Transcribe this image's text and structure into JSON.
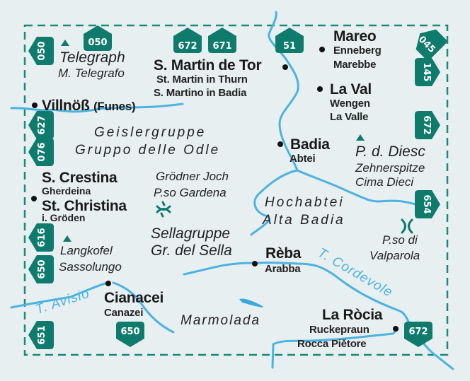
{
  "colors": {
    "background": "#e8eff1",
    "route_badge": "#0f7b6c",
    "river": "#4bb3e0",
    "border_dash": "#1a8a78",
    "text": "#1a1a1a"
  },
  "route_badges": [
    {
      "id": "050-left",
      "number": "050",
      "orientation": "vertical-left"
    },
    {
      "id": "050-top",
      "number": "050",
      "orientation": "up"
    },
    {
      "id": "672-top",
      "number": "672",
      "orientation": "up"
    },
    {
      "id": "671-top",
      "number": "671",
      "orientation": "up"
    },
    {
      "id": "51-top",
      "number": "51",
      "orientation": "up"
    },
    {
      "id": "045-right",
      "number": "045",
      "orientation": "diagonal"
    },
    {
      "id": "145-right",
      "number": "145",
      "orientation": "vertical-right"
    },
    {
      "id": "672-right",
      "number": "672",
      "orientation": "vertical-right"
    },
    {
      "id": "627-left",
      "number": "627",
      "orientation": "vertical-left"
    },
    {
      "id": "076-left",
      "number": "076",
      "orientation": "vertical-left"
    },
    {
      "id": "654-right",
      "number": "654",
      "orientation": "vertical-right"
    },
    {
      "id": "616-left",
      "number": "616",
      "orientation": "vertical-left"
    },
    {
      "id": "650-left",
      "number": "650",
      "orientation": "vertical-left"
    },
    {
      "id": "651-left",
      "number": "651",
      "orientation": "vertical-left"
    },
    {
      "id": "650-bottom",
      "number": "650",
      "orientation": "down"
    },
    {
      "id": "672-bottom",
      "number": "672",
      "orientation": "down"
    }
  ],
  "places": {
    "telegraph": {
      "name": "Telegraph",
      "alt": "M. Telegrafo"
    },
    "san_martin": {
      "name": "S. Martin de Tor",
      "alt1": "St. Martin in Thurn",
      "alt2": "S. Martino in Badia"
    },
    "mareo": {
      "name": "Mareo",
      "alt1": "Enneberg",
      "alt2": "Marebbe"
    },
    "villnoess": {
      "name": "Villnöß",
      "alt": "(Funes)"
    },
    "la_val": {
      "name": "La Val",
      "alt1": "Wengen",
      "alt2": "La Valle"
    },
    "geisler": {
      "name": "Geislergruppe",
      "alt": "Gruppo delle Odle"
    },
    "badia": {
      "name": "Badia",
      "alt": "Abtei"
    },
    "diesc": {
      "name": "P. d. Diesc",
      "alt1": "Zehnerspitze",
      "alt2": "Cima Dieci"
    },
    "crestina": {
      "name": "S. Crestina",
      "alt1": "Gherdeina",
      "alt2": "St. Christina",
      "alt3": "i. Gröden"
    },
    "groedner_joch": {
      "name": "Grödner Joch",
      "alt": "P.so Gardena"
    },
    "hochabtei": {
      "name": "Hochabtei",
      "alt": "Alta Badia"
    },
    "sella": {
      "name": "Sellagruppe",
      "alt": "Gr. del Sella"
    },
    "valparola": {
      "name": "P.so di",
      "alt": "Valparola"
    },
    "langkofel": {
      "name": "Langkofel",
      "alt": "Sassolungo"
    },
    "reba": {
      "name": "Rèba",
      "alt": "Arabba"
    },
    "cianacei": {
      "name": "Cianacei",
      "alt": "Canazei"
    },
    "marmolada": {
      "name": "Marmolada"
    },
    "la_rocia": {
      "name": "La Ròcia",
      "alt1": "Ruckepraun",
      "alt2": "Rocca Piětore"
    }
  },
  "rivers": {
    "avisio": "T. Avisio",
    "cordevole": "T. Cordevole"
  }
}
